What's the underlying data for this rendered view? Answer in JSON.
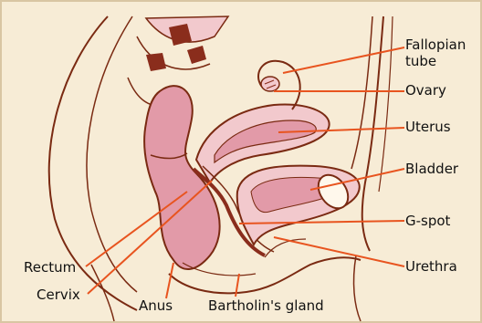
{
  "labels": {
    "fallopian_tube": "Fallopian\ntube",
    "ovary": "Ovary",
    "uterus": "Uterus",
    "bladder": "Bladder",
    "g_spot": "G-spot",
    "urethra": "Urethra",
    "rectum": "Rectum",
    "cervix": "Cervix",
    "anus": "Anus",
    "bartholins_gland": "Bartholin's gland"
  },
  "colors": {
    "background": "#f7ecd6",
    "outline": "#7a2a12",
    "leader": "#e8541f",
    "tissue_pink": "#e29aa8",
    "tissue_light": "#f2c9cd",
    "muscle_dark": "#8a2d1c"
  }
}
